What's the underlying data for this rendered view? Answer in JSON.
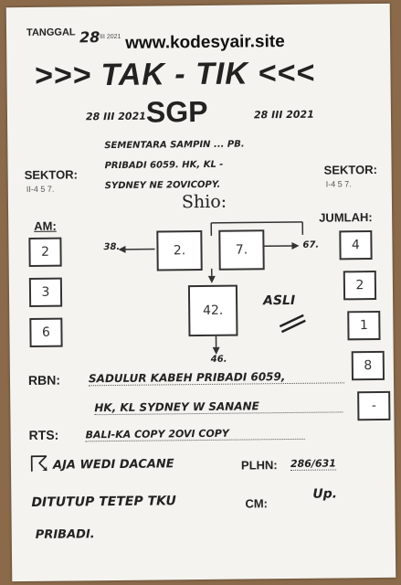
{
  "watermark": "www.kodesyair.site",
  "header": {
    "tanggal_label": "TANGGAL",
    "tanggal_value": "28",
    "tanggal_month_year": "III 2021",
    "title": ">>> TAK - TIK <<<",
    "market": "SGP",
    "market_date_left": "28 III 2021",
    "market_date_right": "28 III 2021"
  },
  "note": {
    "line1": "SEMENTARA SAMPIN ... PB.",
    "line2": "PRIBADI 6059. HK, KL -",
    "line3": "SYDNEY NE 2OVICOPY."
  },
  "sektor_left": {
    "label": "SEKTOR:",
    "value": "II-4 5 7."
  },
  "sektor_right": {
    "label": "SEKTOR:",
    "value": "I-4 5 7."
  },
  "shio_label": "Shio:",
  "am": {
    "label": "AM:",
    "values": [
      "2",
      "3",
      "6"
    ]
  },
  "jumlah": {
    "label": "JUMLAH:",
    "values": [
      "4",
      "2",
      "1",
      "8",
      "-"
    ]
  },
  "diagram": {
    "left_out": "38.",
    "box_left": "2.",
    "box_right": "7.",
    "right_out": "67.",
    "box_bottom": "42.",
    "bottom_out": "46.",
    "asli": "ASLI"
  },
  "rbn": {
    "label": "RBN:",
    "line1": "SADULUR KABEH PRIBADI 6059,",
    "line2": "HK, KL SYDNEY W SANANE"
  },
  "rts": {
    "label": "RTS:",
    "line1": "BALI-KA COPY 2OVI COPY"
  },
  "bottom": {
    "line1": "AJA WEDI DACANE",
    "plhn_label": "PLHN:",
    "plhn_value": "286/631",
    "line2": "DITUTUP TETEP TKU",
    "cm_label": "CM:",
    "cm_value": "Up.",
    "line3": "PRIBADI."
  }
}
